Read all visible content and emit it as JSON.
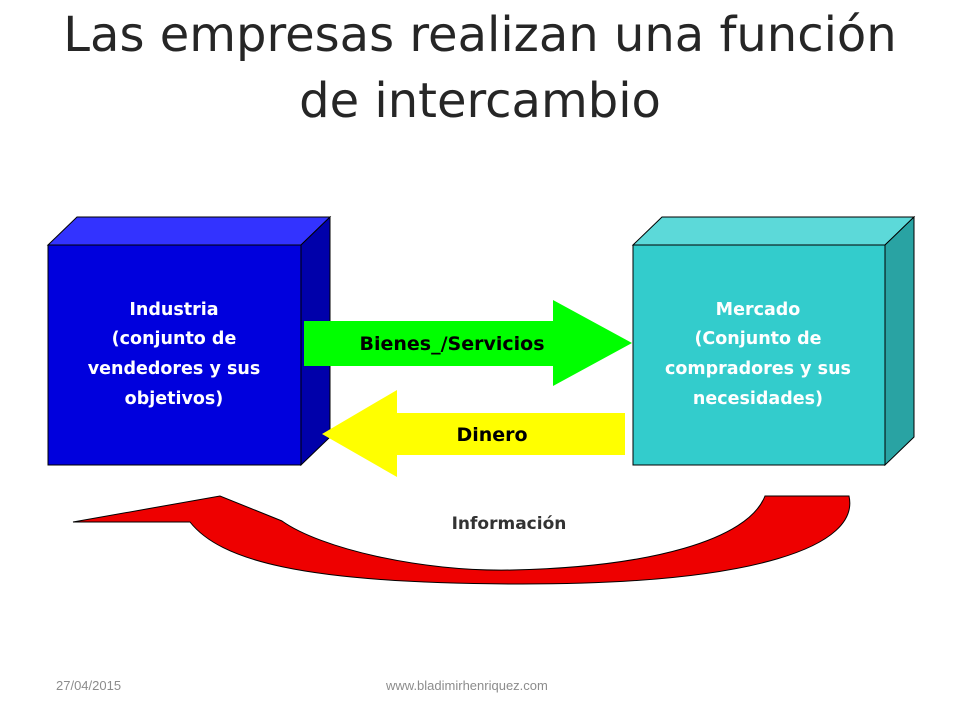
{
  "slide": {
    "title_line1": "Las empresas realizan una función",
    "title_line2": "de intercambio"
  },
  "diagram": {
    "industry_box": {
      "lines": [
        "Industria",
        "(conjunto de",
        "vendedores y sus",
        "objetivos)"
      ],
      "front_color": "#0000dd",
      "top_color": "#3333ff",
      "side_color": "#0000aa",
      "text_color": "#ffffff"
    },
    "market_box": {
      "lines": [
        "Mercado",
        "(Conjunto de",
        "compradores y sus",
        "necesidades)"
      ],
      "front_color": "#33cccc",
      "top_color": "#5cd9d9",
      "side_color": "#29a3a3",
      "text_color": "#ffffff"
    },
    "goods_arrow": {
      "label": "Bienes_/Servicios",
      "color": "#00ff00"
    },
    "money_arrow": {
      "label": "Dinero",
      "color": "#ffff00"
    },
    "info_arrow": {
      "label": "Información",
      "color": "#ee0000"
    }
  },
  "footer": {
    "date": "27/04/2015",
    "website": "www.bladimirhenriquez.com"
  }
}
